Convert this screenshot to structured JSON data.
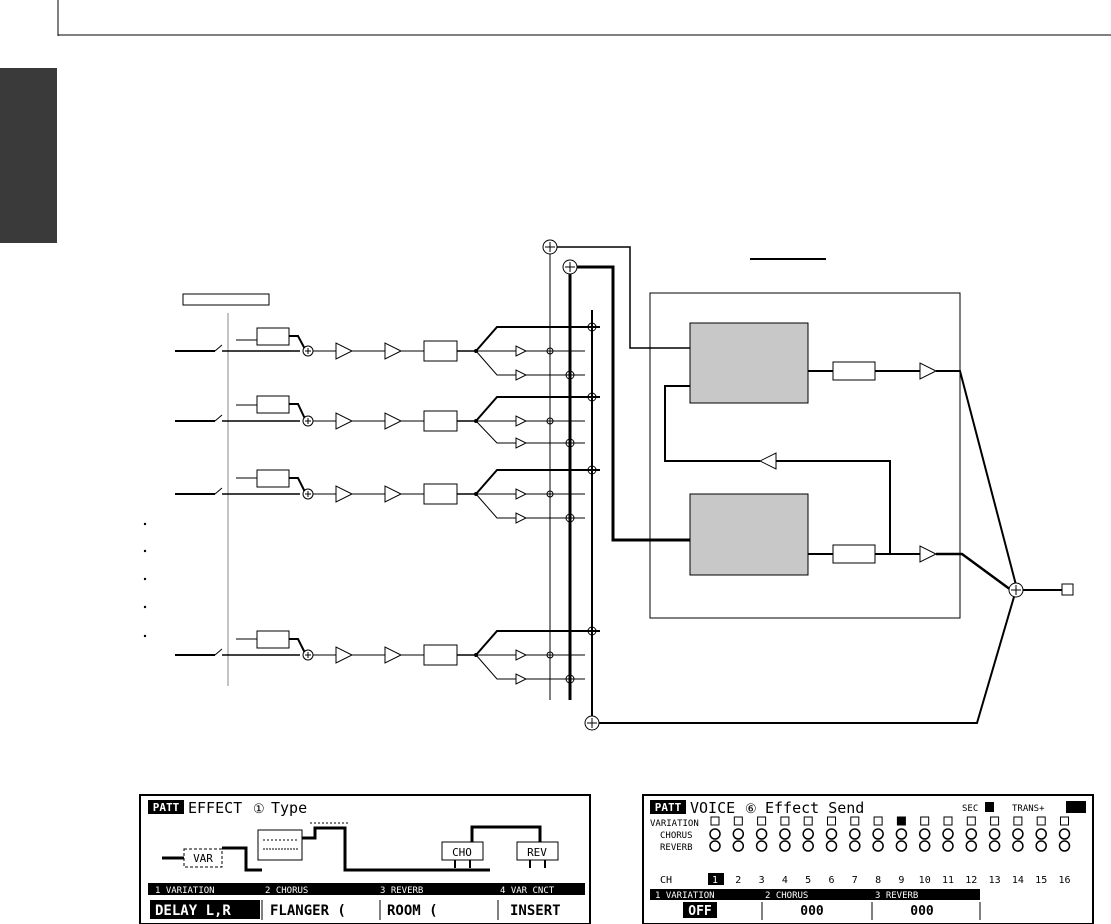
{
  "screen_left": {
    "mode_badge": "PATT",
    "title": "EFFECT",
    "title_digit": "①",
    "title_suffix": "Type",
    "block_var": "VAR",
    "block_cho": "CHO",
    "block_rev": "REV",
    "headers": [
      "1 VARIATION",
      "2 CHORUS",
      "3 REVERB",
      "4 VAR CNCT"
    ],
    "values": [
      "DELAY L,R",
      "FLANGER (",
      "ROOM (",
      "INSERT"
    ]
  },
  "screen_right": {
    "mode_badge": "PATT",
    "title": "VOICE",
    "title_digit": "⑥",
    "title_suffix": "Effect Send",
    "sec_label": "SEC",
    "trans_label": "TRANS+",
    "rows": [
      "VARIATION",
      "CHORUS",
      "REVERB"
    ],
    "ch_prefix": "CH",
    "channels": [
      "1",
      "2",
      "3",
      "4",
      "5",
      "6",
      "7",
      "8",
      "9",
      "10",
      "11",
      "12",
      "13",
      "14",
      "15",
      "16"
    ],
    "headers": [
      "1 VARIATION",
      "2 CHORUS",
      "3 REVERB"
    ],
    "values": [
      "OFF",
      "000",
      "000"
    ]
  }
}
